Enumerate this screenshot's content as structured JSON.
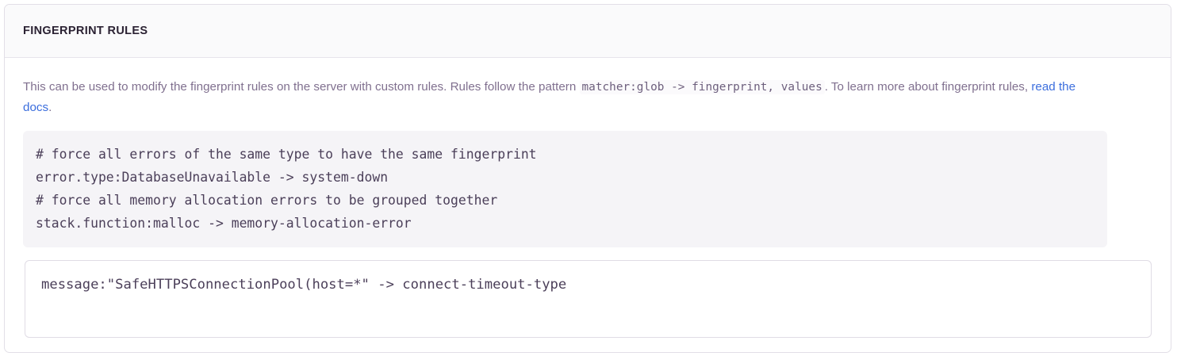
{
  "panel": {
    "title": "FINGERPRINT RULES",
    "description": {
      "part1": "This can be used to modify the fingerprint rules on the server with custom rules. Rules follow the pattern ",
      "inline_code": "matcher:glob -> fingerprint, values",
      "part2": ". To learn more about fingerprint rules, ",
      "link_text": "read the docs",
      "part3": "."
    },
    "example_code": "# force all errors of the same type to have the same fingerprint\nerror.type:DatabaseUnavailable -> system-down\n# force all memory allocation errors to be grouped together\nstack.function:malloc -> memory-allocation-error",
    "rules_editor": {
      "value": "message:\"SafeHTTPSConnectionPool(host=*\" -> connect-timeout-type",
      "placeholder": ""
    }
  },
  "colors": {
    "panel_border": "#e2dfe7",
    "header_background": "#fafafb",
    "title_text": "#2b2233",
    "body_text": "#80708f",
    "link": "#3c6edd",
    "code_background": "#f5f4f7",
    "code_text": "#4b3f59"
  }
}
